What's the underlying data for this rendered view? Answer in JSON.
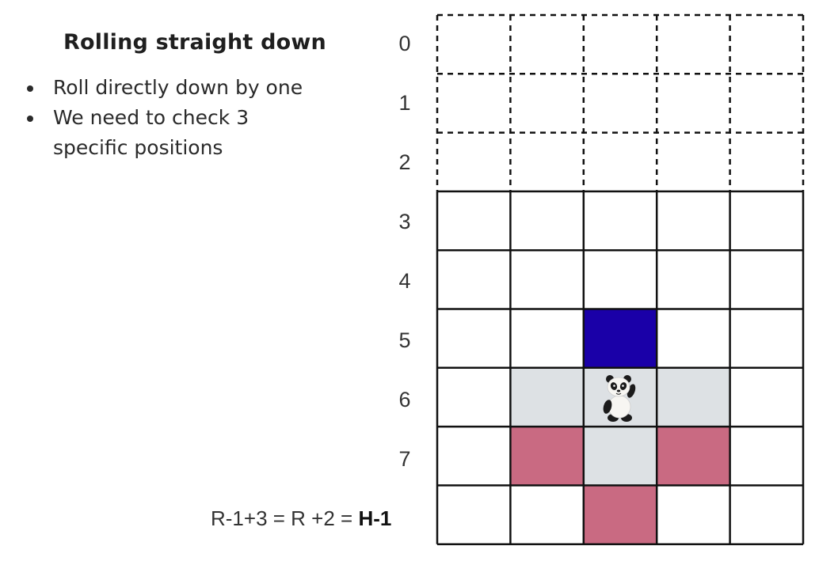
{
  "title": "Rolling straight down",
  "bullets": [
    "Roll directly down by one",
    " We need to check 3 specific positions"
  ],
  "row_labels": [
    "0",
    "1",
    "2",
    "3",
    "4",
    "5",
    "6",
    "7"
  ],
  "formula": {
    "text": "R-1+3 = R +2 = ",
    "bold": "H-1"
  },
  "grid": {
    "columns": 5,
    "rows": 9,
    "dashed_rows": [
      0,
      1,
      2
    ],
    "colors": {
      "blue": "#1a00a8",
      "gray": "#dde1e4",
      "pink": "#c96a82"
    },
    "colored_cells": [
      {
        "row": 5,
        "col": 2,
        "color": "blue"
      },
      {
        "row": 6,
        "col": 1,
        "color": "gray"
      },
      {
        "row": 6,
        "col": 2,
        "color": "gray"
      },
      {
        "row": 6,
        "col": 3,
        "color": "gray"
      },
      {
        "row": 7,
        "col": 2,
        "color": "gray"
      },
      {
        "row": 7,
        "col": 1,
        "color": "pink"
      },
      {
        "row": 7,
        "col": 3,
        "color": "pink"
      },
      {
        "row": 8,
        "col": 2,
        "color": "pink"
      }
    ],
    "piece": {
      "row": 6,
      "col": 2,
      "icon": "panda-icon"
    }
  }
}
